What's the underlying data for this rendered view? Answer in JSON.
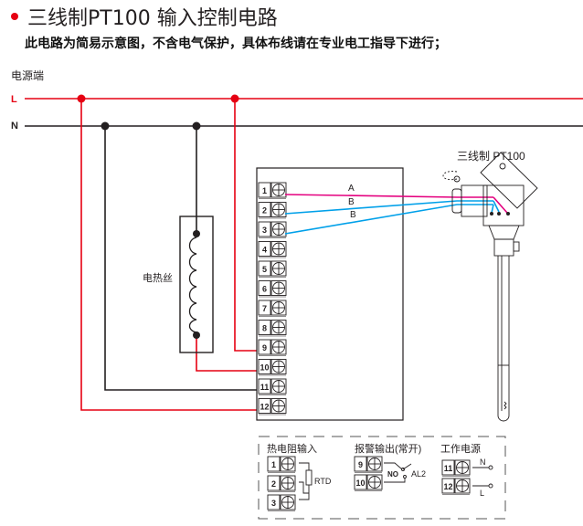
{
  "header": {
    "title": "三线制PT100 输入控制电路",
    "subtitle": "此电路为简易示意图，不含电气保护，具体布线请在专业电工指导下进行；",
    "power_source_label": "电源端"
  },
  "colors": {
    "live": "#e60012",
    "neutral": "#231f20",
    "wire_a": "#e4007f",
    "wire_b": "#00a0e9",
    "accent": "#e60012"
  },
  "power_lines": {
    "live_label": "L",
    "neutral_label": "N"
  },
  "heater": {
    "label": "电热丝"
  },
  "controller": {
    "terminals": [
      "1",
      "2",
      "3",
      "4",
      "5",
      "6",
      "7",
      "8",
      "9",
      "10",
      "11",
      "12"
    ]
  },
  "sensor": {
    "label": "三线制  PT100",
    "wire_labels": [
      "A",
      "B",
      "B"
    ]
  },
  "legend": {
    "rtd_input": {
      "title": "热电阻输入",
      "terminals": [
        "1",
        "2",
        "3"
      ],
      "component": "RTD"
    },
    "alarm_output": {
      "title": "报警输出(常开)",
      "terminals": [
        "9",
        "10"
      ],
      "contact": "NO",
      "name": "AL2"
    },
    "power_supply": {
      "title": "工作电源",
      "terminals": [
        "11",
        "12"
      ],
      "lines": [
        "N",
        "L"
      ]
    }
  }
}
